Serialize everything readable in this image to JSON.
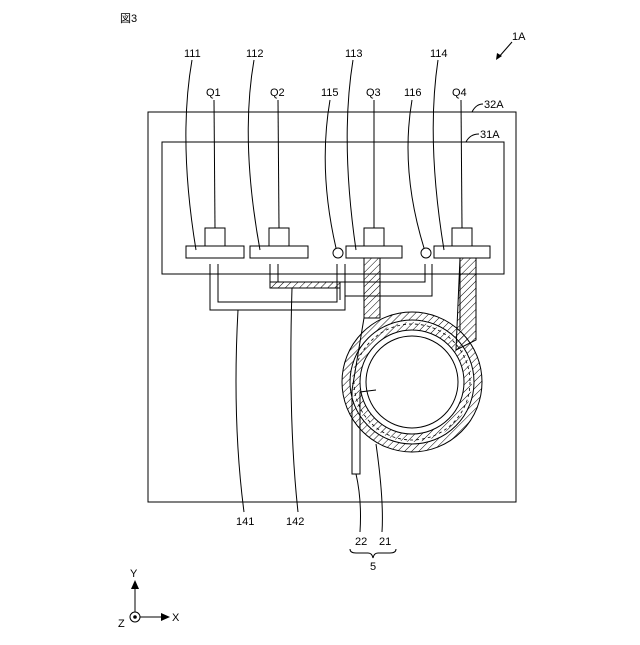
{
  "figure_label": "図3",
  "assembly_label": "1A",
  "outer_box_label": "32A",
  "inner_box_label": "31A",
  "component_labels": {
    "q1": "Q1",
    "q2": "Q2",
    "q3": "Q3",
    "q4": "Q4",
    "n111": "111",
    "n112": "112",
    "n113": "113",
    "n114": "114",
    "n115": "115",
    "n116": "116"
  },
  "wiring_labels": {
    "n141": "141",
    "n142": "142"
  },
  "coil_labels": {
    "n22": "22",
    "n21": "21",
    "n5": "5"
  },
  "axes": {
    "y": "Y",
    "x": "X",
    "z": "Z"
  },
  "colors": {
    "line": "#000000",
    "background": "#ffffff"
  }
}
